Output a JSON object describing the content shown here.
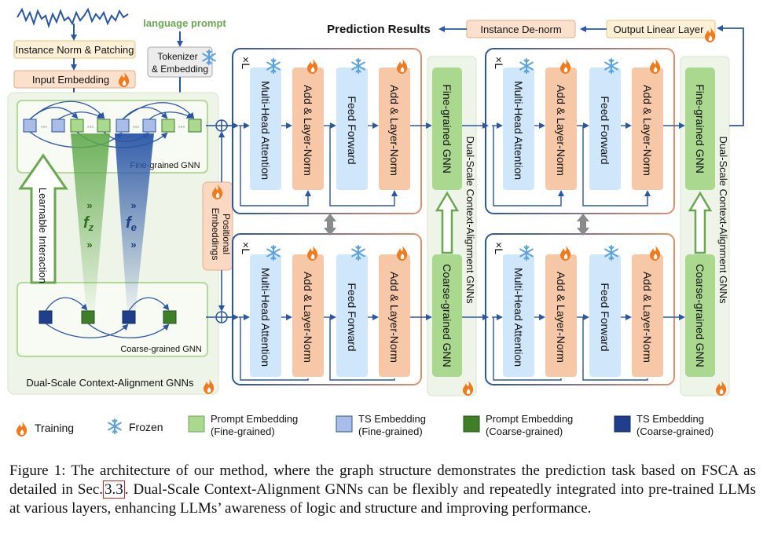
{
  "inputs": {
    "language_prompt": "language prompt",
    "instance_norm_patching": "Instance Norm & Patching",
    "input_embedding": "Input Embedding",
    "tokenizer_line1": "Tokenizer",
    "tokenizer_line2": "& Embedding"
  },
  "outputs": {
    "prediction_results": "Prediction Results",
    "instance_denorm": "Instance De-norm",
    "output_linear": "Output Linear Layer"
  },
  "graph": {
    "fine_grained_gnn": "Fine-grained GNN",
    "coarse_grained_gnn": "Coarse-grained GNN",
    "learnable_interaction": "Learnable Interaction",
    "fz_label": "f",
    "fz_sub": "z",
    "fe_label": "f",
    "fe_sub": "e",
    "dual_scale_label": "Dual-Scale Context-Alignment GNNs",
    "ellipsis": "◦◦◦"
  },
  "positional": {
    "line1": "Positional",
    "line2": "Embeddings"
  },
  "transformer": {
    "repeat": "×L",
    "mha": "Multi-Head Attention",
    "add_norm": "Add & Layer-Norm",
    "ffn": "Feed Forward"
  },
  "alignment": {
    "fine_gnn": "Fine-grained GNN",
    "coarse_gnn": "Coarse-grained GNN",
    "side_label": "Dual-Scale Context-Alignment GNNs"
  },
  "legend": {
    "training": "Training",
    "frozen": "Frozen",
    "prompt_fine_1": "Prompt Embedding",
    "prompt_fine_2": "(Fine-grained)",
    "ts_fine_1": "TS Embedding",
    "ts_fine_2": "(Fine-grained)",
    "prompt_coarse_1": "Prompt Embedding",
    "prompt_coarse_2": "(Coarse-grained)",
    "ts_coarse_1": "TS Embedding",
    "ts_coarse_2": "(Coarse-grained)"
  },
  "caption": {
    "part1": "Figure 1: The architecture of our method, where the graph structure demonstrates the prediction task based on FSCA as detailed in Sec.",
    "ref": "3.3",
    "part2": ". Dual-Scale Context-Alignment GNNs can be flexibly and repeatedly integrated into pre-trained LLMs at various layers, enhancing LLMs’ awareness of logic and structure and improving performance."
  },
  "icons": {
    "training": "flame-icon",
    "frozen": "snowflake-icon"
  },
  "colors": {
    "arrow_blue": "#2a56a6",
    "fine_ts": "#a9bde6",
    "fine_prompt": "#a9d88e",
    "coarse_ts": "#1f3f8c",
    "coarse_prompt": "#3f7f2a",
    "add_norm": "#f7c8a8",
    "mha_ffn": "#cfe6fb",
    "gnn_panel": "#f0f6ea",
    "flame": "#f07a1e",
    "snow": "#5aa3e0"
  }
}
